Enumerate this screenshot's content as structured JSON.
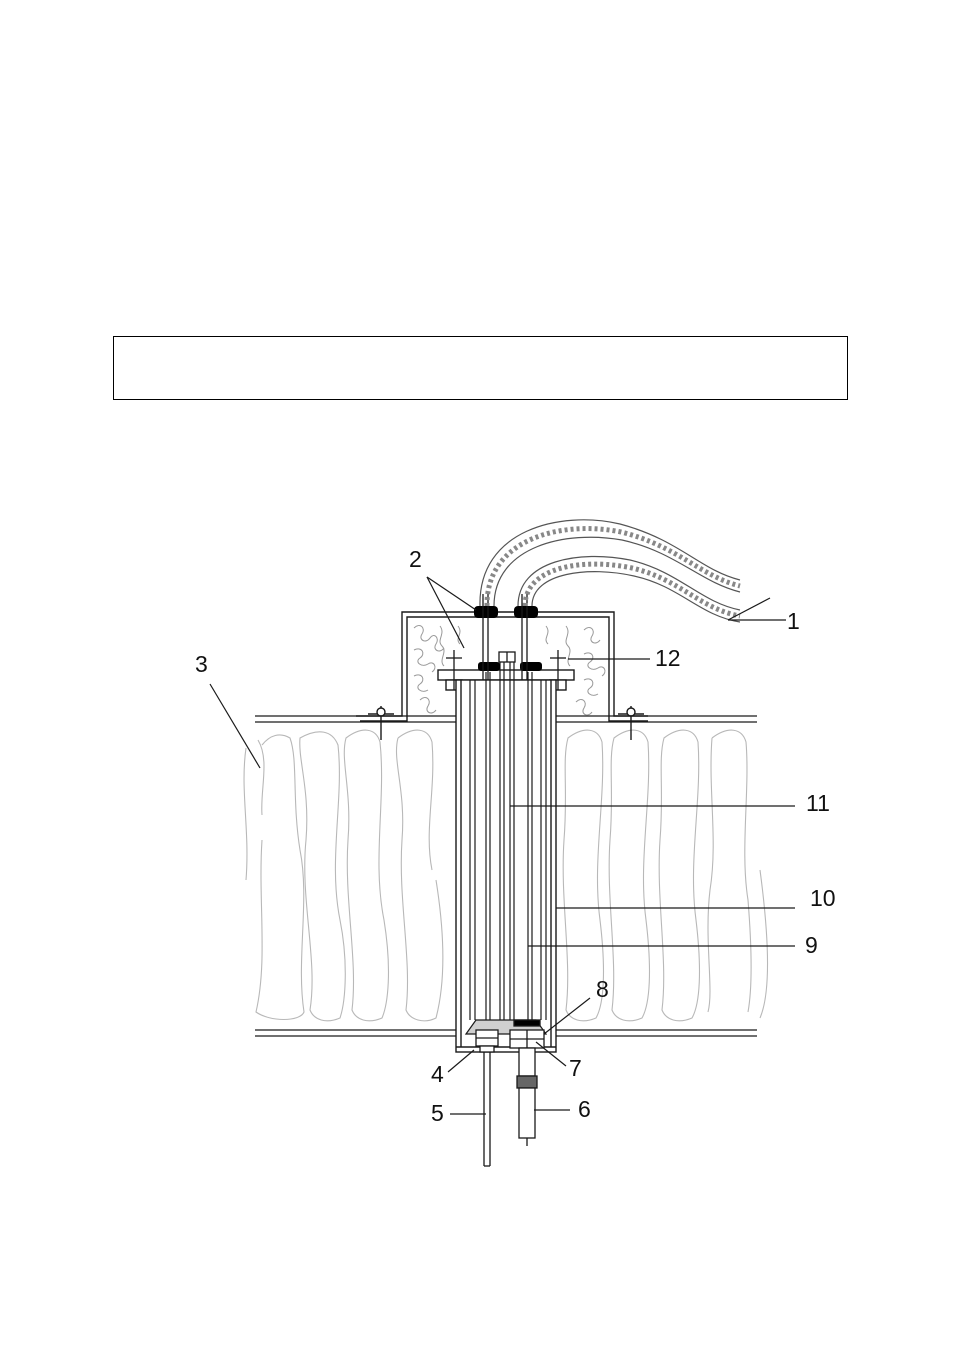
{
  "caption_text": "",
  "callouts": [
    {
      "id": "1",
      "text": "1"
    },
    {
      "id": "2",
      "text": "2"
    },
    {
      "id": "3",
      "text": "3"
    },
    {
      "id": "4",
      "text": "4"
    },
    {
      "id": "5",
      "text": "5"
    },
    {
      "id": "6",
      "text": "6"
    },
    {
      "id": "7",
      "text": "7"
    },
    {
      "id": "8",
      "text": "8"
    },
    {
      "id": "9",
      "text": "9"
    },
    {
      "id": "10",
      "text": "10"
    },
    {
      "id": "11",
      "text": "11"
    },
    {
      "id": "12",
      "text": "12"
    }
  ],
  "colors": {
    "line": "#1a1a1a",
    "insulation": "#b8b8b8",
    "hose": "#555555",
    "gasket": "#000000"
  }
}
